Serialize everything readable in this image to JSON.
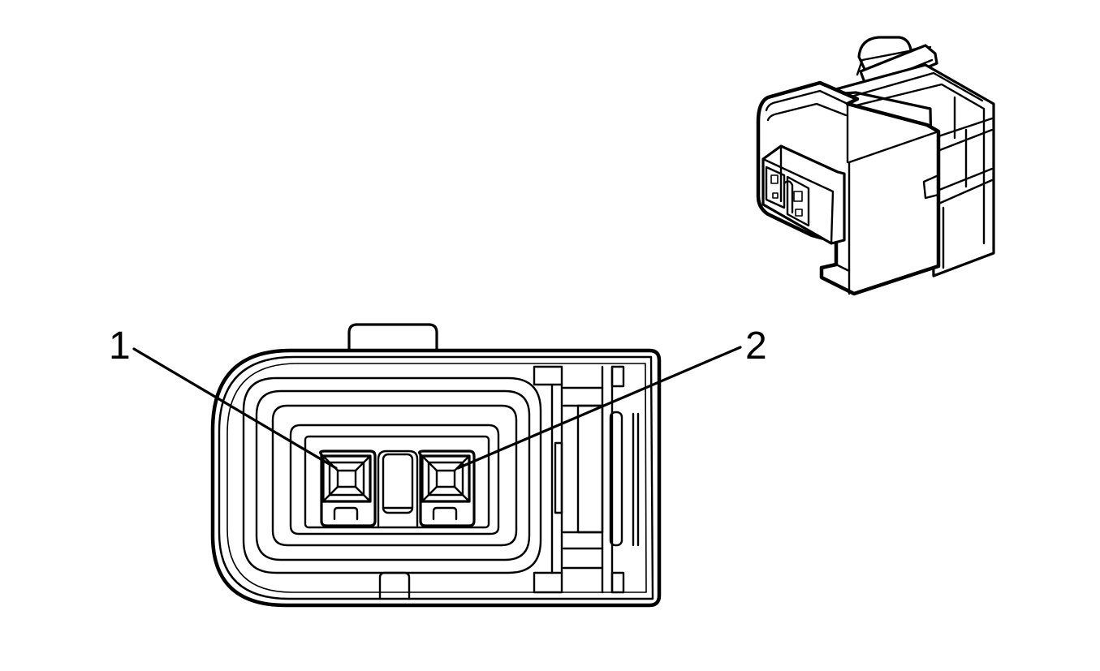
{
  "figure": {
    "callouts": [
      {
        "id": "1",
        "label": "1"
      },
      {
        "id": "2",
        "label": "2"
      }
    ]
  }
}
